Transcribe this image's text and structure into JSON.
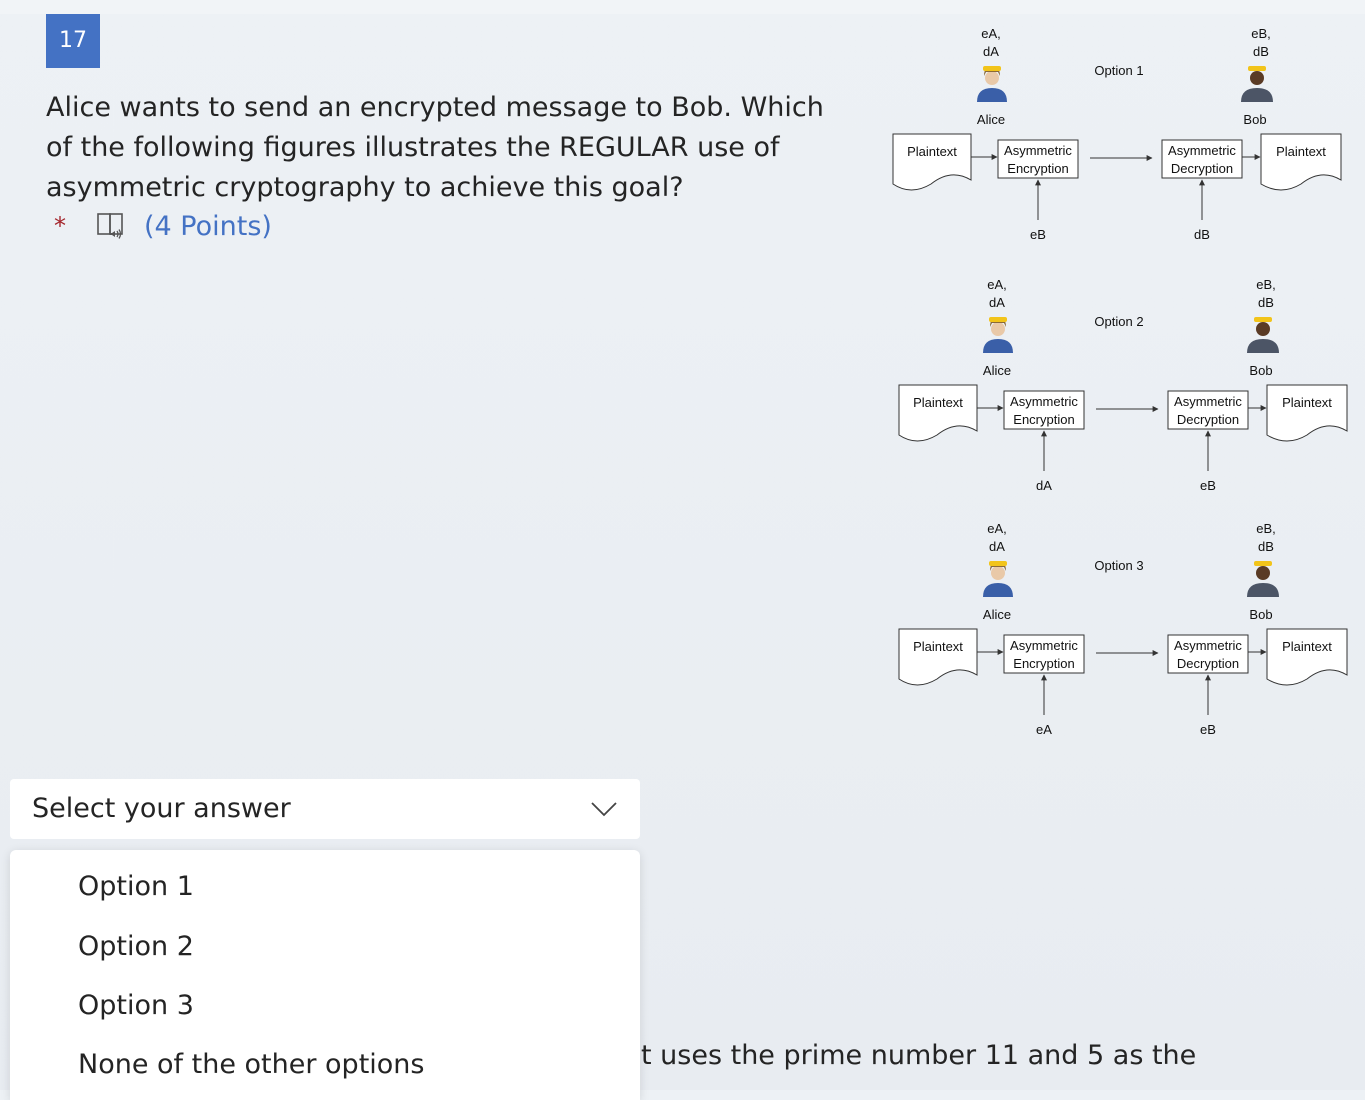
{
  "question": {
    "number": "17",
    "text": "Alice wants to send an encrypted message to Bob. Which of the following figures illustrates the REGULAR use of asymmetric cryptography to achieve this goal?",
    "required_marker": "*",
    "points": "(4 Points)"
  },
  "diagram": {
    "options": [
      {
        "title": "Option 1",
        "alice_keys_1": "eA,",
        "alice_keys_2": "dA",
        "alice_label": "Alice",
        "bob_keys_1": "eB,",
        "bob_keys_2": "dB",
        "bob_label": "Bob",
        "plaintext_left": "Plaintext",
        "plaintext_right": "Plaintext",
        "enc_1": "Asymmetric",
        "enc_2": "Encryption",
        "dec_1": "Asymmetric",
        "dec_2": "Decryption",
        "enc_key": "eB",
        "dec_key": "dB"
      },
      {
        "title": "Option 2",
        "alice_keys_1": "eA,",
        "alice_keys_2": "dA",
        "alice_label": "Alice",
        "bob_keys_1": "eB,",
        "bob_keys_2": "dB",
        "bob_label": "Bob",
        "plaintext_left": "Plaintext",
        "plaintext_right": "Plaintext",
        "enc_1": "Asymmetric",
        "enc_2": "Encryption",
        "dec_1": "Asymmetric",
        "dec_2": "Decryption",
        "enc_key": "dA",
        "dec_key": "eB"
      },
      {
        "title": "Option 3",
        "alice_keys_1": "eA,",
        "alice_keys_2": "dA",
        "alice_label": "Alice",
        "bob_keys_1": "eB,",
        "bob_keys_2": "dB",
        "bob_label": "Bob",
        "plaintext_left": "Plaintext",
        "plaintext_right": "Plaintext",
        "enc_1": "Asymmetric",
        "enc_2": "Encryption",
        "dec_1": "Asymmetric",
        "dec_2": "Decryption",
        "enc_key": "eA",
        "dec_key": "eB"
      }
    ]
  },
  "answer_select": {
    "placeholder": "Select your answer",
    "options": [
      "Option 1",
      "Option 2",
      "Option 3",
      "None of the other options"
    ]
  },
  "next_question_partial": "t uses the prime number 11 and 5 as the",
  "colors": {
    "accent": "#4472c4",
    "required": "#a4262c"
  }
}
